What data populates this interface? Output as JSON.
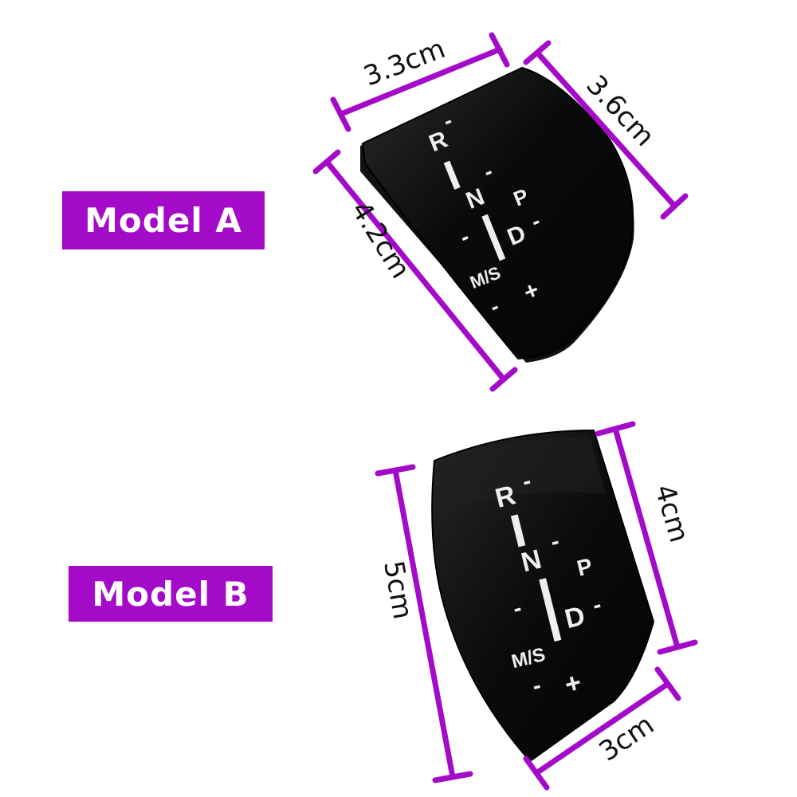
{
  "model_a": {
    "label": "Model A",
    "dims": {
      "top": "3.3cm",
      "right": "3.6cm",
      "left": "4.2cm"
    },
    "gear_labels": {
      "r": "R",
      "n": "N",
      "d": "D",
      "p": "P",
      "ms": "M/S",
      "plus": "+",
      "minus": "-"
    }
  },
  "model_b": {
    "label": "Model B",
    "dims": {
      "left": "5cm",
      "right": "4cm",
      "bottom": "3cm"
    },
    "gear_labels": {
      "r": "R",
      "n": "N",
      "d": "D",
      "p": "P",
      "ms": "M/S",
      "plus": "+",
      "minus": "-"
    }
  },
  "colors": {
    "accent": "#a40bc9",
    "panel": "#0d0d0d",
    "print": "#efefef"
  }
}
